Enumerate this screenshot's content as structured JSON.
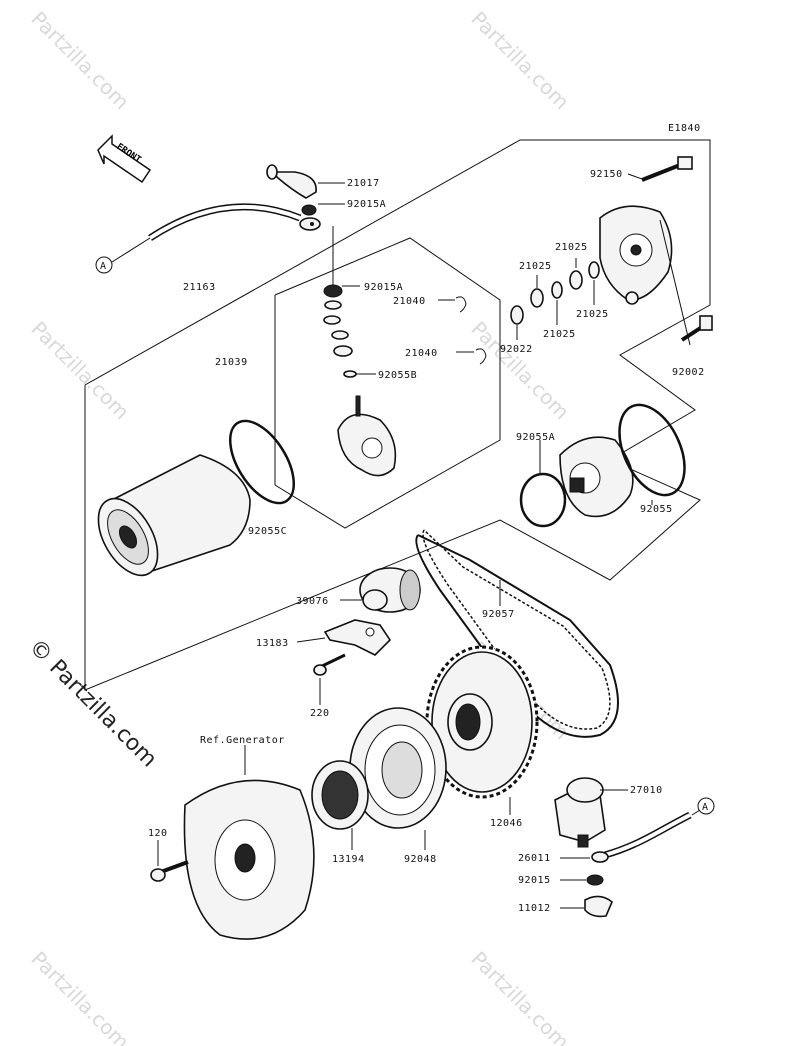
{
  "diagram_code": "E1840",
  "front_label": "FRONT",
  "ref_marker": "A",
  "watermark": "Partzilla.com",
  "side_watermark": "© Partzilla.com",
  "parts": {
    "p21017": "21017",
    "p92015A_top": "92015A",
    "p21163": "21163",
    "p92015A_mid": "92015A",
    "p21040_a": "21040",
    "p21039": "21039",
    "p21040_b": "21040",
    "p92055B": "92055B",
    "p92055C": "92055C",
    "p92150": "92150",
    "p21025_a": "21025",
    "p21025_b": "21025",
    "p21025_c": "21025",
    "p21025_d": "21025",
    "p92022": "92022",
    "p92002": "92002",
    "p92055A": "92055A",
    "p92055": "92055",
    "p39076": "39076",
    "p92057": "92057",
    "p13183": "13183",
    "p220": "220",
    "ref_generator": "Ref.Generator",
    "p120": "120",
    "p13194": "13194",
    "p92048": "92048",
    "p12046": "12046",
    "p27010": "27010",
    "p26011": "26011",
    "p92015": "92015",
    "p11012": "11012"
  }
}
